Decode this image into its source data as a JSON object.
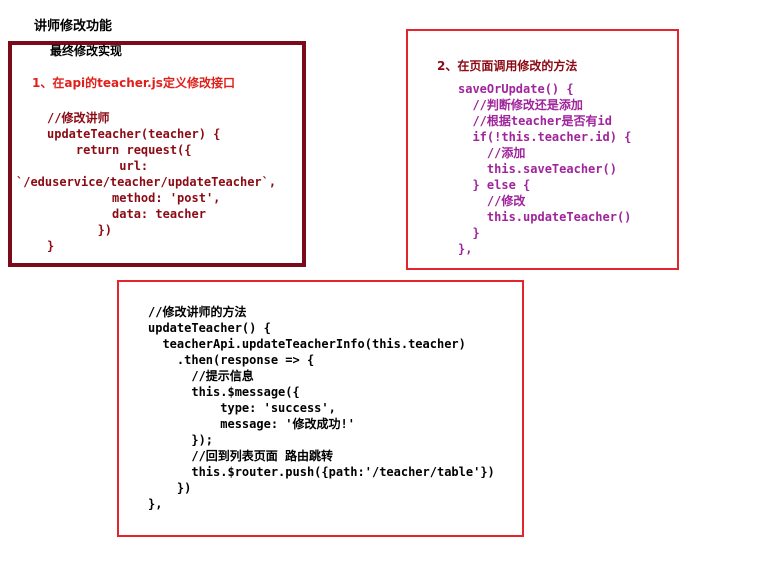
{
  "page_title": "讲师修改功能",
  "box1": {
    "subtitle": "最终修改实现",
    "step": "1、在api的teacher.js定义修改接口",
    "code": [
      "//修改讲师",
      "updateTeacher(teacher) {",
      "    return request({",
      "          url:",
      "`/eduservice/teacher/updateTeacher`,",
      "         method: 'post',",
      "         data: teacher",
      "       })",
      "}"
    ]
  },
  "box2": {
    "step": "2、在页面调用修改的方法",
    "code": [
      "saveOrUpdate() {",
      "  //判断修改还是添加",
      "  //根据teacher是否有id",
      "  if(!this.teacher.id) {",
      "    //添加",
      "    this.saveTeacher()",
      "  } else {",
      "    //修改",
      "    this.updateTeacher()",
      "  }",
      "},"
    ]
  },
  "box3": {
    "code": [
      "//修改讲师的方法",
      "updateTeacher() {",
      "  teacherApi.updateTeacherInfo(this.teacher)",
      "    .then(response => {",
      "      //提示信息",
      "      this.$message({",
      "          type: 'success',",
      "          message: '修改成功!'",
      "      });",
      "      //回到列表页面 路由跳转",
      "      this.$router.push({path:'/teacher/table'})",
      "    })",
      "},"
    ]
  },
  "colors": {
    "box1_border": "#7b0b1b",
    "box2_border": "#e3262d",
    "box3_border": "#e3262d",
    "step_text": "#e0201b",
    "code_purple": "#a0249c"
  }
}
